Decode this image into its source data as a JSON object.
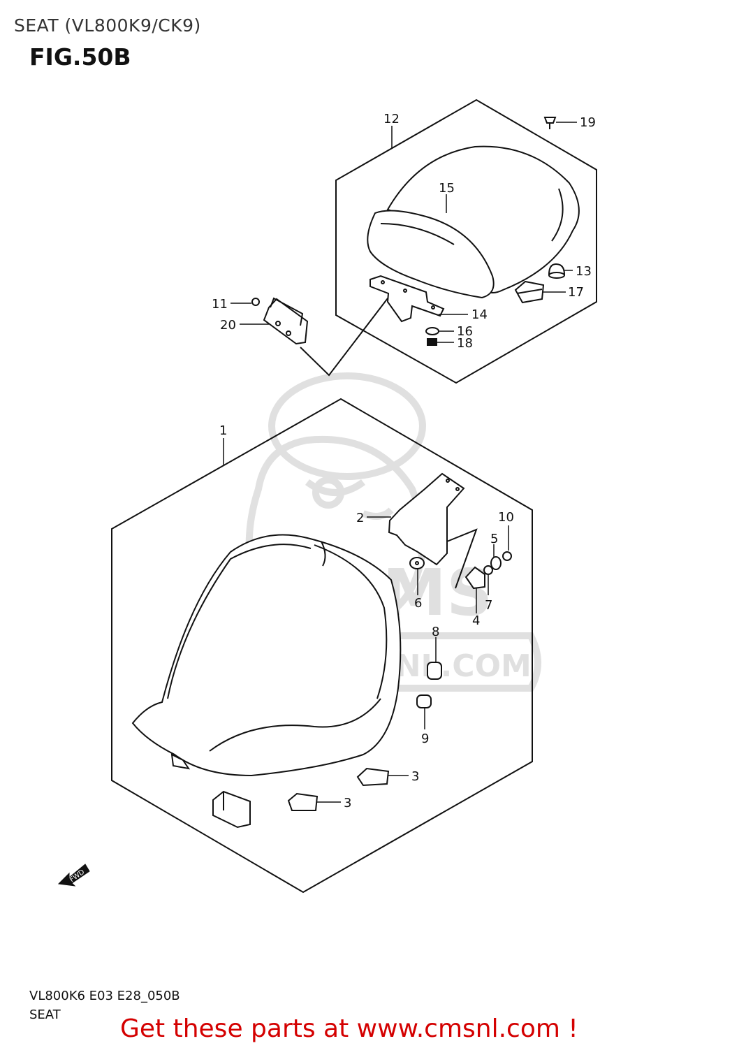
{
  "header": {
    "page_title": "SEAT (VL800K9/CK9)",
    "figure_title": "FIG.50B"
  },
  "footer": {
    "code": "VL800K6 E03 E28_050B",
    "name": "SEAT",
    "promo": "Get these parts at www.cmsnl.com !"
  },
  "watermark": {
    "brand": "CMS",
    "url": "WWW.CMSNL.COM"
  },
  "direction_arrow": {
    "label": "FWD"
  },
  "callouts": {
    "c1": "1",
    "c2": "2",
    "c3a": "3",
    "c3b": "3",
    "c4": "4",
    "c5": "5",
    "c6": "6",
    "c7": "7",
    "c8": "8",
    "c9": "9",
    "c10": "10",
    "c11": "11",
    "c12": "12",
    "c13": "13",
    "c14": "14",
    "c15": "15",
    "c16": "16",
    "c17": "17",
    "c18": "18",
    "c19": "19",
    "c20": "20"
  }
}
